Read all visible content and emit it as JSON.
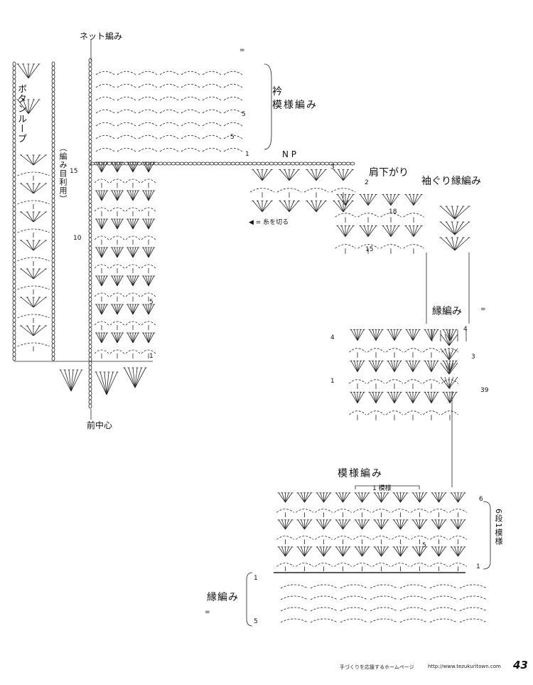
{
  "labels": {
    "net_stitch": "ネット編み",
    "collar": "衿",
    "pattern_stitch": "模様編み",
    "np": "N P",
    "shoulder_dec": "肩下がり",
    "armhole_edge": "袖ぐり縁編み",
    "cut_yarn": "◀ = 糸を切る",
    "edge_stitch": "縁編み",
    "button_loop": "ボタンループ",
    "button_loop_note": "（編み目利用）",
    "front_center": "前中心",
    "pattern_title": "模様編み",
    "one_repeat": "1 模様",
    "six_rows": "6段1模様",
    "edge_title": "縁編み"
  },
  "symbols": {
    "collar_eq": "=",
    "edge_eq": "=",
    "bottom_eq": "="
  },
  "row_numbers": {
    "front_15": "15",
    "front_10": "10",
    "front_5": "5",
    "front_1": "1",
    "collar_5a": "5",
    "collar_5b": "5",
    "collar_1": "1",
    "shoulder_3": "3",
    "shoulder_2": "2",
    "armhole_18": "18",
    "armhole_15": "15",
    "edge_4a": "4",
    "edge_4b": "4",
    "edge_1": "1",
    "edge_3": "3",
    "edge_39": "39",
    "patt_6": "6",
    "patt_5": "5",
    "patt_1": "1",
    "bot_1": "1",
    "bot_5": "5"
  },
  "footer": {
    "text": "手づくりを応援するホームページ",
    "url": "http://www.tezukuritown.com",
    "page": "43"
  }
}
